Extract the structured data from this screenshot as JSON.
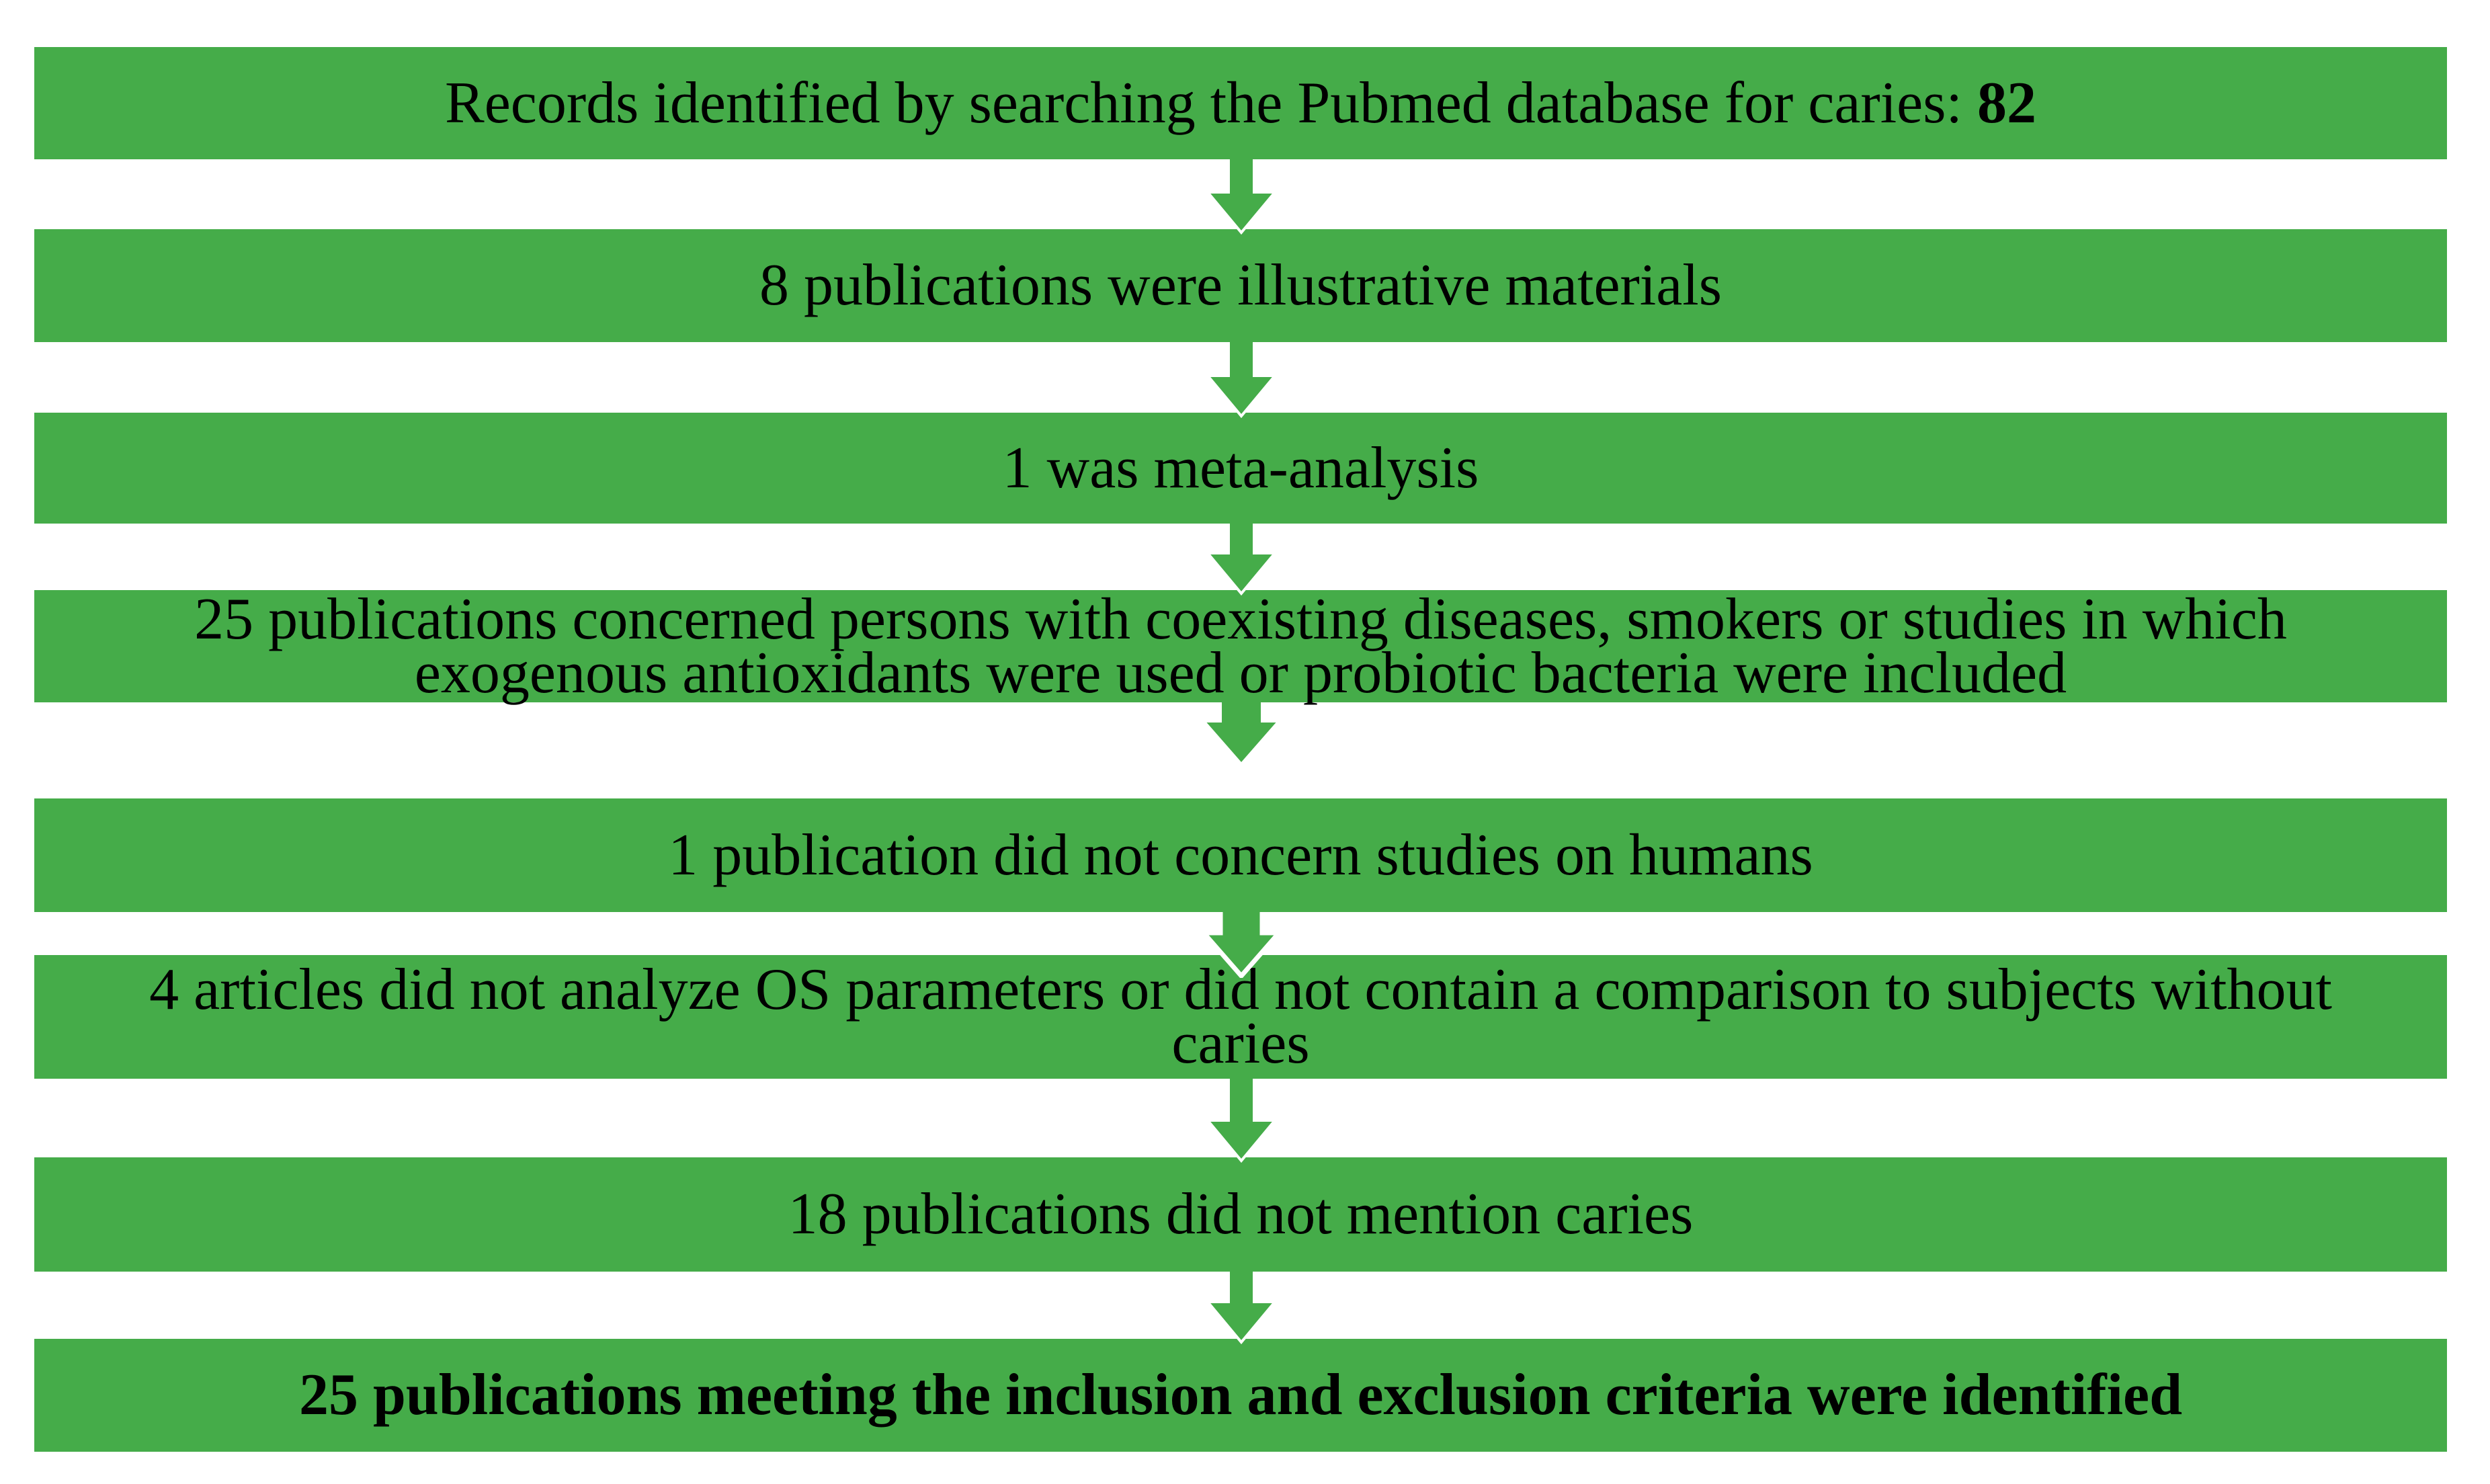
{
  "figure": {
    "background": "#ffffff",
    "bar_color": "#45ac49",
    "arrow_color": "#45ac49",
    "text_color": "#000000",
    "steps": [
      {
        "text": "Records identified by searching the Pubmed database for caries: ",
        "count": "82"
      },
      {
        "text": "8 publications were illustrative materials"
      },
      {
        "text": "1 was meta-analysis"
      },
      {
        "text": "25 publications concerned persons with coexisting diseases, smokers or studies in which\nexogenous antioxidants were used or probiotic bacteria were included"
      },
      {
        "text": "1 publication did not concern studies on humans"
      },
      {
        "text": "4 articles did not analyze OS parameters or did not contain a comparison to subjects without\ncaries"
      },
      {
        "text": "18 publications did not mention caries"
      },
      {
        "text": "25 publications meeting the inclusion and exclusion criteria were identified",
        "emphasis": "bold"
      }
    ]
  }
}
